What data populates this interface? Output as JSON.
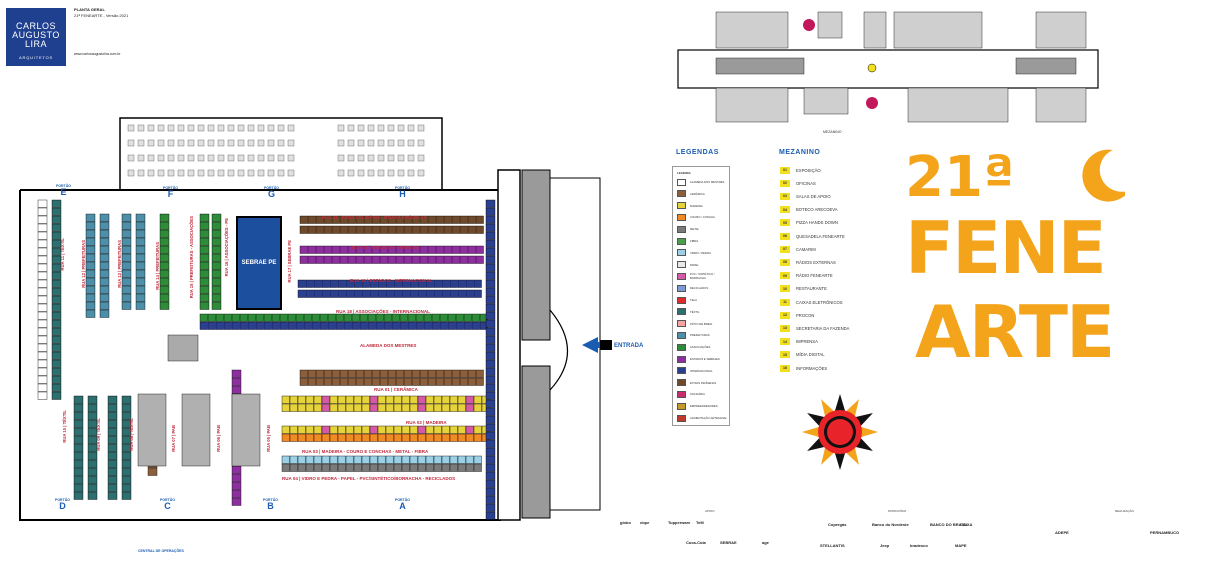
{
  "logo": {
    "line1": "CARLOS",
    "line2": "AUGUSTO",
    "line3": "LIRA",
    "line4": "ARQUITETOS"
  },
  "header": {
    "title": "PLANTA GERAL",
    "subtitle": "21ª FENEARTE - Versão 2021",
    "url": "www.carlosaugustolira.com.br"
  },
  "map": {
    "streets": [
      {
        "id": "r21",
        "label": "RUA 21 | REDE SOLIDÁRIA - ETNIAS INDÍGENAS"
      },
      {
        "id": "r20",
        "label": "RUA 20 | ESTADOS - SEBRAES"
      },
      {
        "id": "r19",
        "label": "RUA 19 | ESTADOS - INTERNACIONAL"
      },
      {
        "id": "r18",
        "label": "RUA 18 | ASSOCIAÇÕES - INTERNACIONAL"
      },
      {
        "id": "alameda",
        "label": "ALAMEDA DOS MESTRES"
      },
      {
        "id": "r01",
        "label": "RUA 01 | CERÂMICA"
      },
      {
        "id": "r02",
        "label": "RUA 02 | MADEIRA"
      },
      {
        "id": "r03",
        "label": "RUA 03 | MADEIRA - COURO E CONCHAS - METAL - FIBRA"
      },
      {
        "id": "r04",
        "label": "RUA 04 | VIDRO E PEDRA - PAPEL - PVC/SINTÉTICO/BORRACHA - RECICLADOS"
      }
    ],
    "vertical_streets": [
      {
        "id": "r17",
        "label": "RUA 17 | SEBRAE PE"
      },
      {
        "id": "r16",
        "label": "RUA 16 | ASSOCIAÇÕES - PE"
      },
      {
        "id": "r15",
        "label": "RUA 15 | PREFEITURAS - ASSOCIAÇÕES"
      },
      {
        "id": "r14",
        "label": "RUA 14 | PREFEITURAS"
      },
      {
        "id": "r13",
        "label": "RUA 13 | PREFEITURAS"
      },
      {
        "id": "r12",
        "label": "RUA 12 | PREFEITURAS"
      },
      {
        "id": "r11",
        "label": "RUA 11 | TÊXTIL"
      },
      {
        "id": "r10",
        "label": "RUA 10 | TÊXTIL"
      },
      {
        "id": "r09",
        "label": "RUA 09 | TÊXTIL"
      },
      {
        "id": "r08",
        "label": "RUA 08 | TÊXTIL"
      },
      {
        "id": "r07",
        "label": "RUA 07 | PAB"
      },
      {
        "id": "r06",
        "label": "RUA 06 | PAB"
      },
      {
        "id": "r05",
        "label": "RUA 05 | PAB"
      }
    ],
    "sebrae": "SEBRAE PE",
    "entrada": "ENTRADA",
    "portao_word": "PORTÃO",
    "portoes_top": [
      "E",
      "F",
      "G",
      "H"
    ],
    "portoes_bottom": [
      "D",
      "C",
      "B",
      "A"
    ],
    "central": "CENTRAL DE OPERAÇÕES",
    "mezanino_caption": "MEZANINO"
  },
  "legend": {
    "title": "LEGENDAS",
    "box_title": "LEGENDA",
    "items": [
      {
        "label": "ALAMEDA DOS MESTRES",
        "color": "#ffffff"
      },
      {
        "label": "CERÂMICA",
        "color": "#8b5e3c"
      },
      {
        "label": "MADEIRA",
        "color": "#e6d23a"
      },
      {
        "label": "COURO / CONCHA",
        "color": "#f08a24"
      },
      {
        "label": "METAL",
        "color": "#7a7a7a"
      },
      {
        "label": "FIBRA",
        "color": "#4aa04a"
      },
      {
        "label": "VIDRO / PEDRA",
        "color": "#9bd0e6"
      },
      {
        "label": "PAPEL",
        "color": "#e8e8e8"
      },
      {
        "label": "PVC / SINTÉTICO / BORRACHA",
        "color": "#d45aa8"
      },
      {
        "label": "RECICLADOS",
        "color": "#7d9bd3"
      },
      {
        "label": "TELA",
        "color": "#e02b2b"
      },
      {
        "label": "TÊXTIL",
        "color": "#2d6e6e"
      },
      {
        "label": "PÁTIO DE BREIA",
        "color": "#f5a3a3"
      },
      {
        "label": "PREFEITURAS",
        "color": "#4d8fa8"
      },
      {
        "label": "ASSOCIAÇÕES",
        "color": "#2e8b3a"
      },
      {
        "label": "ESTADOS E SEBRAES",
        "color": "#8e2fa0"
      },
      {
        "label": "INTERNACIONAL",
        "color": "#2b3f8f"
      },
      {
        "label": "ETNIAS INDÍGENAS",
        "color": "#6e4a2a"
      },
      {
        "label": "SOLIDÁRIA",
        "color": "#c92b6b"
      },
      {
        "label": "EMPREENDEDORES",
        "color": "#c59a2a"
      },
      {
        "label": "ALIMENTAÇÃO ARTESANAL",
        "color": "#c0392b"
      }
    ]
  },
  "mezanino": {
    "title": "MEZANINO",
    "items": [
      {
        "n": "01",
        "label": "EXPOSIÇÃO"
      },
      {
        "n": "02",
        "label": "OFICINAS"
      },
      {
        "n": "03",
        "label": "SALAS DE APOIO"
      },
      {
        "n": "04",
        "label": "BOTECO ARECOEVA"
      },
      {
        "n": "05",
        "label": "PIZZA HANDS DOWN"
      },
      {
        "n": "06",
        "label": "QUESADELA FENEARTE"
      },
      {
        "n": "07",
        "label": "CAMARIM"
      },
      {
        "n": "08",
        "label": "RÁDIOS EXTERNAS"
      },
      {
        "n": "09",
        "label": "RÁDIO FENEARTE"
      },
      {
        "n": "10",
        "label": "RESTAURANTE"
      },
      {
        "n": "11",
        "label": "CAIXAS ELETRÔNICOS"
      },
      {
        "n": "12",
        "label": "PROCON"
      },
      {
        "n": "13",
        "label": "SECRETARIA DA FAZENDA"
      },
      {
        "n": "14",
        "label": "IMPRENSA"
      },
      {
        "n": "15",
        "label": "MÍDIA DIGITAL"
      },
      {
        "n": "16",
        "label": "INFORMAÇÕES"
      }
    ]
  },
  "brand": {
    "line1": "21ª",
    "line2": "FENE",
    "line3": "ARTE"
  },
  "sponsors": {
    "apoio_label": "APOIO",
    "patrocinio_label": "PATROCÍNIO",
    "realizacao_label": "REALIZAÇÃO",
    "apoio": [
      "globo",
      "cbpe",
      "Tupperware",
      "TeM",
      "Coca-Cola",
      "SEBRAE",
      "age"
    ],
    "patrocinio": [
      "Copergás",
      "Banco do Nordeste",
      "BANCO DO BRASIL",
      "CAIXA",
      "STELLANTIS",
      "Jeep",
      "bradesco",
      "MAPE"
    ],
    "realizacao": [
      "ADEPE",
      "PERNAMBUCO"
    ]
  }
}
